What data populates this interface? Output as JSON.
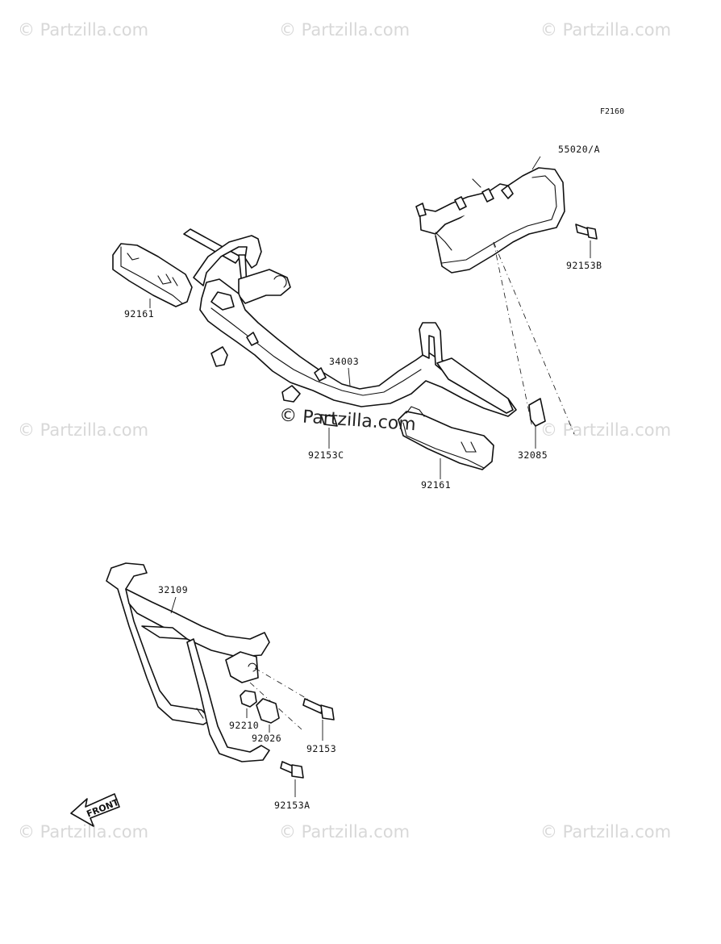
{
  "diagram": {
    "figure_code": "F2160",
    "watermark": "© Partzilla.com",
    "center_watermark": "© Partzilla.com",
    "front_label": "FRONT",
    "parts": {
      "rear_guard": "55020/A",
      "bolt_rear": "92153B",
      "footrest_left": "92161",
      "frame_bracket": "34003",
      "bolt_frame": "92153C",
      "footrest_right": "92161",
      "plate": "32085",
      "front_guard": "32109",
      "nut": "92210",
      "collar": "92026",
      "bolt_front": "92153",
      "bolt_front_lower": "92153A"
    }
  }
}
